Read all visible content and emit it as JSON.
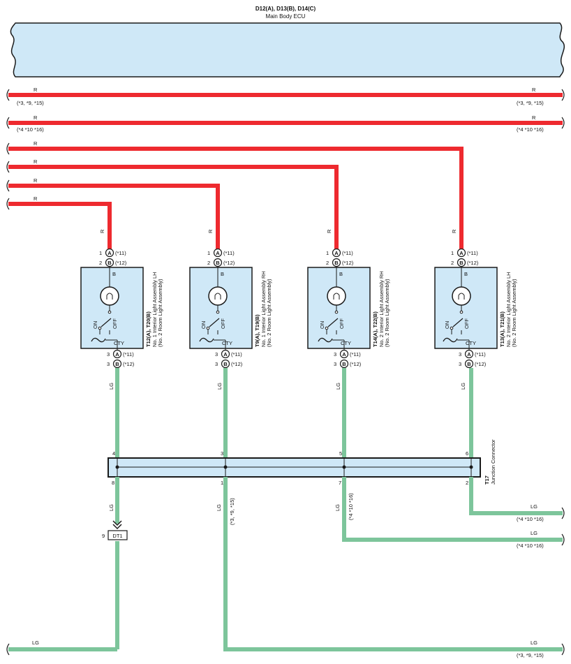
{
  "ecu": {
    "code": "D12(A), D13(B), D14(C)",
    "name": "Main Body ECU"
  },
  "colors": {
    "red_wire": "#ee2a2f",
    "green_wire": "#7dc59b",
    "box_fill": "#cfe8f7",
    "outline": "#1a1a1a"
  },
  "bus_wires": [
    {
      "label_left": "R",
      "label_right": "R",
      "note_left": "(*3, *9, *15)",
      "note_right": "(*3, *9, *15)"
    },
    {
      "label_left": "R",
      "label_right": "R",
      "note_left": "(*4 *10 *16)",
      "note_right": "(*4 *10 *16)"
    }
  ],
  "feed_wire_labels": [
    "R",
    "R",
    "R",
    "R"
  ],
  "lights": [
    {
      "code": "T12(A), T20(B)",
      "name": "No. 1 Interior Light Assembly LH",
      "alt_name": "(No. 2 Room Light Assembly)",
      "in_wire": "R",
      "out_wire": "LG",
      "b_label": "B",
      "cty_label": "CTY",
      "on_label": "ON",
      "off_label": "OFF",
      "pins_in": [
        {
          "num": "1",
          "letter": "A",
          "note": "(*11)"
        },
        {
          "num": "2",
          "letter": "B",
          "note": "(*12)"
        }
      ],
      "pins_out": [
        {
          "num": "3",
          "letter": "A",
          "note": "(*11)"
        },
        {
          "num": "3",
          "letter": "B",
          "note": "(*12)"
        }
      ]
    },
    {
      "code": "T9(A), T19(B)",
      "name": "No. 1 Interior Light Assembly RH",
      "alt_name": "(No. 2 Room Light Assembly)",
      "in_wire": "R",
      "out_wire": "LG",
      "b_label": "B",
      "cty_label": "CTY",
      "on_label": "ON",
      "off_label": "OFF",
      "pins_in": [
        {
          "num": "1",
          "letter": "A",
          "note": "(*11)"
        },
        {
          "num": "2",
          "letter": "B",
          "note": "(*12)"
        }
      ],
      "pins_out": [
        {
          "num": "3",
          "letter": "A",
          "note": "(*11)"
        },
        {
          "num": "3",
          "letter": "B",
          "note": "(*12)"
        }
      ]
    },
    {
      "code": "T14(A), T22(B)",
      "name": "No. 2 Interior Light Assembly RH",
      "alt_name": "(No. 2 Room Light Assembly)",
      "in_wire": "R",
      "out_wire": "LG",
      "b_label": "B",
      "cty_label": "CTY",
      "on_label": "ON",
      "off_label": "OFF",
      "pins_in": [
        {
          "num": "1",
          "letter": "A",
          "note": "(*11)"
        },
        {
          "num": "2",
          "letter": "B",
          "note": "(*12)"
        }
      ],
      "pins_out": [
        {
          "num": "3",
          "letter": "A",
          "note": "(*11)"
        },
        {
          "num": "3",
          "letter": "B",
          "note": "(*12)"
        }
      ]
    },
    {
      "code": "T13(A), T21(B)",
      "name": "No. 2 Interior Light Assembly LH",
      "alt_name": "(No. 2 Room Light Assembly)",
      "in_wire": "R",
      "out_wire": "LG",
      "b_label": "B",
      "cty_label": "CTY",
      "on_label": "ON",
      "off_label": "OFF",
      "pins_in": [
        {
          "num": "1",
          "letter": "A",
          "note": "(*11)"
        },
        {
          "num": "2",
          "letter": "B",
          "note": "(*12)"
        }
      ],
      "pins_out": [
        {
          "num": "3",
          "letter": "A",
          "note": "(*11)"
        },
        {
          "num": "3",
          "letter": "B",
          "note": "(*12)"
        }
      ]
    }
  ],
  "junction": {
    "code": "T17",
    "name": "Junction Connector",
    "top_pins": [
      "4",
      "3",
      "5",
      "6"
    ],
    "bottom_pins": [
      "8",
      "1",
      "7",
      "2"
    ]
  },
  "lower_wires": {
    "drop_labels": [
      "LG",
      "LG",
      "LG"
    ],
    "drop_notes": [
      "(*3, *9, *15)",
      "(*4 *10 *16)"
    ],
    "right_outputs": [
      {
        "label": "LG",
        "note": "(*4 *10 *16)"
      },
      {
        "label": "LG",
        "note": "(*4 *10 *16)"
      },
      {
        "label": "LG",
        "note": "(*3, *9, *15)"
      }
    ],
    "bottom_left_label": "LG"
  },
  "dt1": {
    "label": "DT1",
    "pin": "9"
  }
}
